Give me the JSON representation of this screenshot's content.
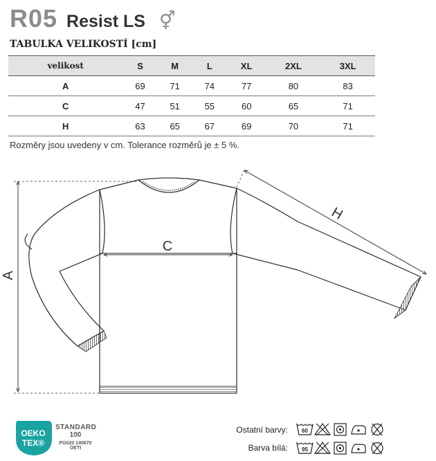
{
  "product": {
    "code": "R05",
    "name": "Resist LS",
    "gender_symbol": "⚥"
  },
  "table": {
    "title": "TABULKA VELIKOSTÍ [cm]",
    "headers": [
      "velikost",
      "S",
      "M",
      "L",
      "XL",
      "2XL",
      "3XL"
    ],
    "rows": [
      [
        "A",
        "69",
        "71",
        "74",
        "77",
        "80",
        "83"
      ],
      [
        "C",
        "47",
        "51",
        "55",
        "60",
        "65",
        "71"
      ],
      [
        "H",
        "63",
        "65",
        "67",
        "69",
        "70",
        "71"
      ]
    ]
  },
  "note": "Rozměry jsou uvedeny v cm. Tolerance rozměrů je ± 5 %.",
  "diagram": {
    "label_a": "A",
    "label_c": "C",
    "label_h": "H"
  },
  "certification": {
    "logo_line1": "OEKO",
    "logo_line2": "TEX®",
    "standard": "STANDARD",
    "number": "100",
    "code": "PG020 140670",
    "institute": "OETI"
  },
  "care": {
    "colored_label": "Ostatní barvy:",
    "white_label": "Barva bílá:",
    "colored_wash_temp": "60",
    "white_wash_temp": "95",
    "icons": [
      "wash-tub-icon",
      "no-bleach-icon",
      "tumble-dry-icon",
      "iron-icon",
      "no-dry-clean-icon"
    ]
  },
  "colors": {
    "accent": "#1aa3a0",
    "header_gray": "#8c8c8c",
    "table_header_bg": "#e3e3e3"
  }
}
